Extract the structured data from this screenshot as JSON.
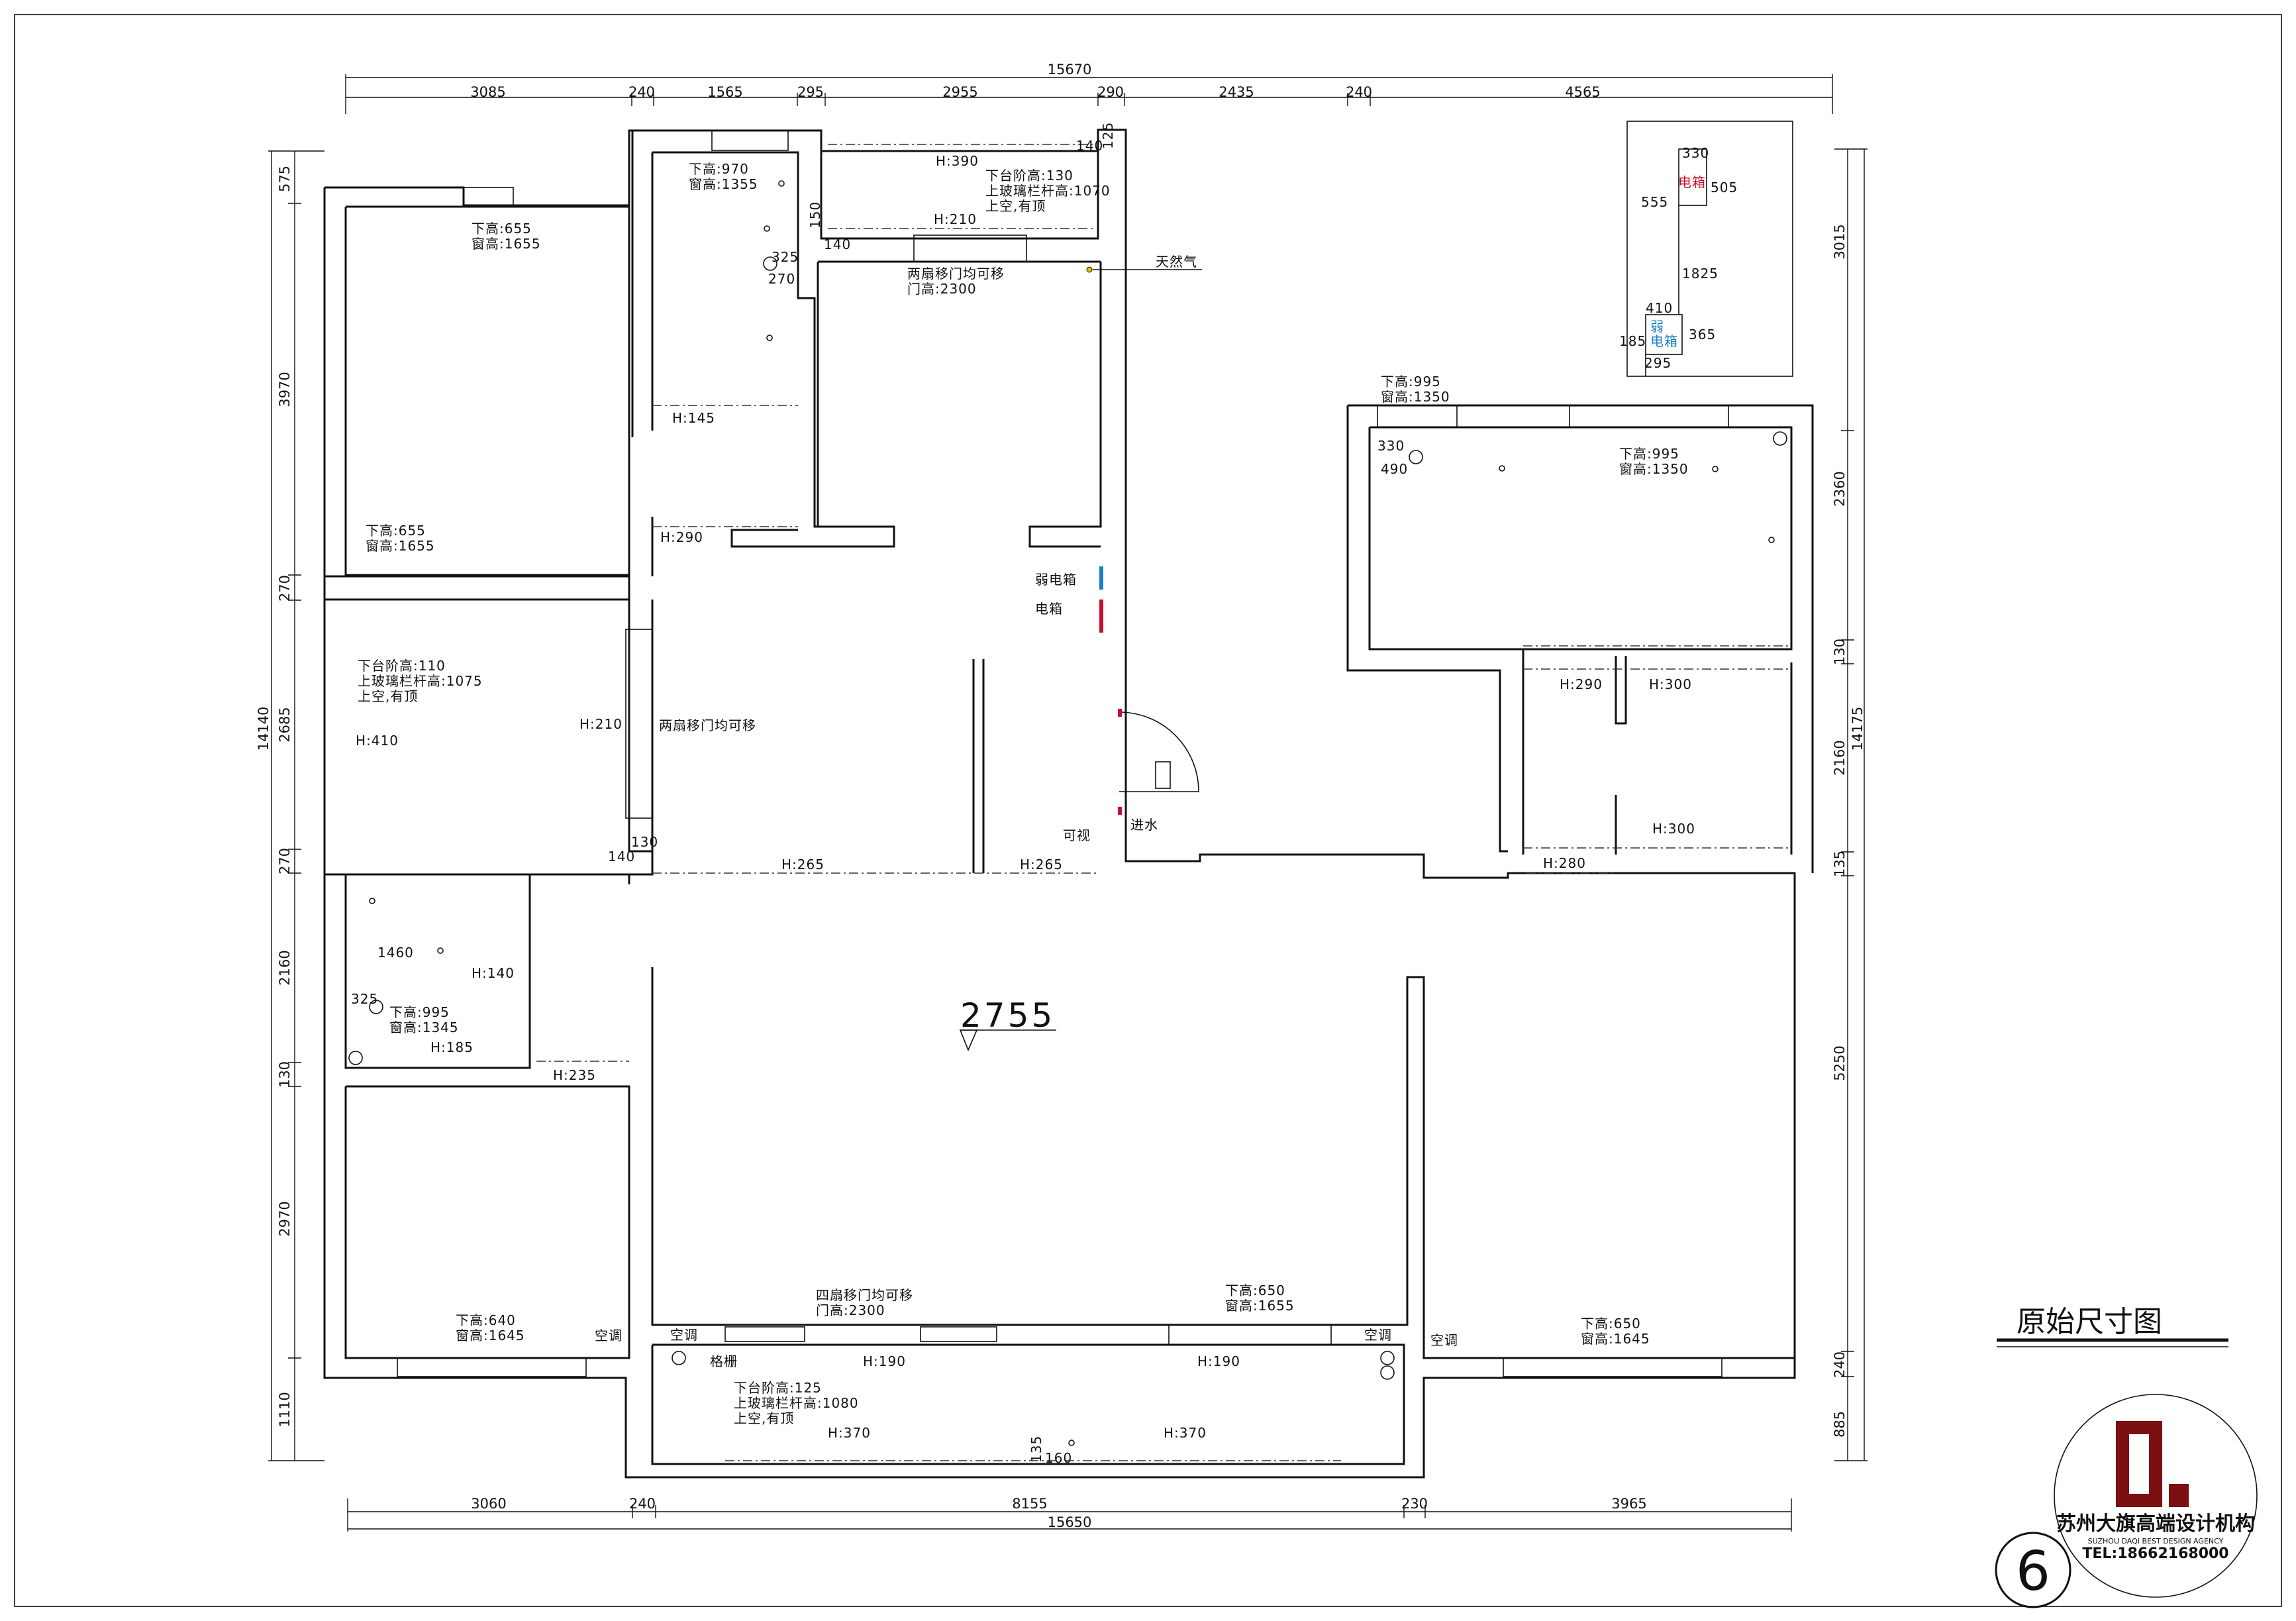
{
  "top_dims": {
    "total": "15670",
    "segments": [
      "3085",
      "240",
      "1565",
      "295",
      "2955",
      "290",
      "2435",
      "240",
      "4565"
    ]
  },
  "bottom_dims": {
    "total": "15650",
    "segments": [
      "3060",
      "240",
      "8155",
      "230",
      "3965"
    ]
  },
  "left_dims": {
    "total": "14140",
    "segments": [
      "575",
      "3970",
      "270",
      "2685",
      "270",
      "2160",
      "130",
      "2970",
      "1110"
    ]
  },
  "right_dims": {
    "total": "14175",
    "segments": [
      "3015",
      "2360",
      "130",
      "2160",
      "135",
      "5250",
      "240",
      "885"
    ]
  },
  "labels": {
    "r1a": "下高:655",
    "r1b": "窗高:1655",
    "r1c": "下高:655",
    "r1d": "窗高:1655",
    "r2a": "下高:970",
    "r2b": "窗高:1355",
    "r2c": "325",
    "r2d": "270",
    "r2e": "H:145",
    "r2f": "H:290",
    "b1a": "下台阶高:130",
    "b1b": "上玻璃栏杆高:1070",
    "b1c": "上空,有顶",
    "b1d": "H:390",
    "b1e": "140",
    "b1f": "125",
    "b1g": "H:210",
    "b1h": "150",
    "b1i": "140",
    "k1a": "两扇移门均可移",
    "k1b": "门高:2300",
    "gas": "天然气",
    "weak": "弱电箱",
    "elec": "电箱",
    "bal2a": "下台阶高:110",
    "bal2b": "上玻璃栏杆高:1075",
    "bal2c": "上空,有顶",
    "bal2d": "H:410",
    "bal2e": "H:210",
    "bal2f": "两扇移门均可移",
    "bal2g": "130",
    "bal2h": "140",
    "entry": "可视",
    "water": "进水",
    "h265a": "H:265",
    "h265b": "H:265",
    "r3a": "1460",
    "r3b": "H:140",
    "r3c": "325",
    "r3d": "下高:995",
    "r3e": "窗高:1345",
    "r3f": "H:185",
    "r3g": "H:235",
    "r4a": "下高:640",
    "r4b": "窗高:1645",
    "r4c": "空调",
    "elev": "2755",
    "lv1": "四扇移门均可移",
    "lv2": "门高:2300",
    "lv3": "下高:650",
    "lv4": "窗高:1655",
    "ac1": "空调",
    "ac2": "空调",
    "ac3": "空调",
    "grille": "格栅",
    "h190a": "H:190",
    "h190b": "H:190",
    "b3a": "下台阶高:125",
    "b3b": "上玻璃栏杆高:1080",
    "b3c": "上空,有顶",
    "h370a": "H:370",
    "h370b": "H:370",
    "b3d": "135",
    "b3e": "160",
    "r5a": "下高:650",
    "r5b": "窗高:1645",
    "mr1": "下高:995",
    "mr2": "窗高:1350",
    "mr3": "330",
    "mr4": "490",
    "mr5": "下高:995",
    "mr6": "窗高:1350",
    "h290": "H:290",
    "h300a": "H:300",
    "h300b": "H:300",
    "h280": "H:280",
    "in1": "330",
    "in2": "555",
    "in3": "505",
    "in4": "电箱",
    "in5": "1825",
    "in6": "410",
    "in7": "185",
    "in8": "弱",
    "in9": "电箱",
    "in10": "365",
    "in11": "295"
  },
  "title": "原始尺寸图",
  "logo": {
    "letter": "D.",
    "name": "苏州大旗高端设计机构",
    "english": "SUZHOU DAQI BEST DESIGN AGENCY",
    "tel": "TEL:18662168000"
  },
  "page_number": "6",
  "colors": {
    "red": "#c8102e",
    "blue": "#1a7fc1",
    "line": "#111111"
  }
}
